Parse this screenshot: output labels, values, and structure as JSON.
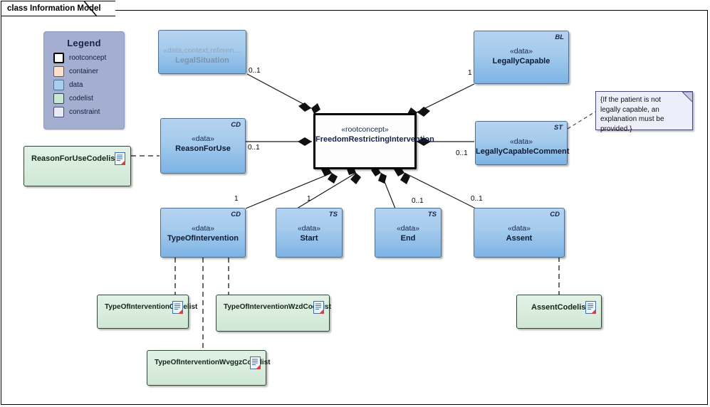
{
  "frame": {
    "title": "class Information Model"
  },
  "legend": {
    "title": "Legend",
    "items": [
      {
        "label": "rootconcept",
        "color": "#ffffff"
      },
      {
        "label": "container",
        "color": "#fbe1c9"
      },
      {
        "label": "data",
        "color": "#a8cdee"
      },
      {
        "label": "codelist",
        "color": "#c9e8d3"
      },
      {
        "label": "constraint",
        "color": "#e9eaf8"
      }
    ]
  },
  "classes": {
    "legal_situation": {
      "stereotype": "«data,context,referen…",
      "name": "LegalSituation",
      "corner": ""
    },
    "legally_capable": {
      "stereotype": "«data»",
      "name": "LegallyCapable",
      "corner": "BL"
    },
    "legally_capable_comment": {
      "stereotype": "«data»",
      "name": "LegallyCapableComment",
      "corner": "ST"
    },
    "reason_for_use": {
      "stereotype": "«data»",
      "name": "ReasonForUse",
      "corner": "CD"
    },
    "root": {
      "stereotype": "«rootconcept»",
      "name": "FreedomRestrictingIntervention",
      "corner": ""
    },
    "type_of_intervention": {
      "stereotype": "«data»",
      "name": "TypeOfIntervention",
      "corner": "CD"
    },
    "start": {
      "stereotype": "«data»",
      "name": "Start",
      "corner": "TS"
    },
    "end": {
      "stereotype": "«data»",
      "name": "End",
      "corner": "TS"
    },
    "assent": {
      "stereotype": "«data»",
      "name": "Assent",
      "corner": "CD"
    }
  },
  "codelists": {
    "reason_for_use": {
      "name": "ReasonForUseCodelist"
    },
    "type_of_intervention": {
      "name": "TypeOfInterventionCodelist"
    },
    "type_of_intervention_wzd": {
      "name": "TypeOfInterventionWzdCodelist"
    },
    "type_of_intervention_wvggz": {
      "name": "TypeOfInterventionWvggzCodelist"
    },
    "assent": {
      "name": "AssentCodelist"
    }
  },
  "note": {
    "text": "{If the patient is not legally capable, an explanation must be provided.}"
  },
  "multiplicities": {
    "legal_situation": "0..1",
    "legally_capable": "1",
    "reason_for_use": "0..1",
    "legally_capable_comment": "0..1",
    "type_of_intervention": "1",
    "start": "1",
    "end": "0..1",
    "assent": "0..1"
  },
  "colors": {
    "data_fill": "#a8cdee",
    "codelist_fill": "#d9eddd",
    "constraint_fill": "#eeeefb",
    "legend_bg": "#a3aed0",
    "line": "#1a1a1a"
  }
}
